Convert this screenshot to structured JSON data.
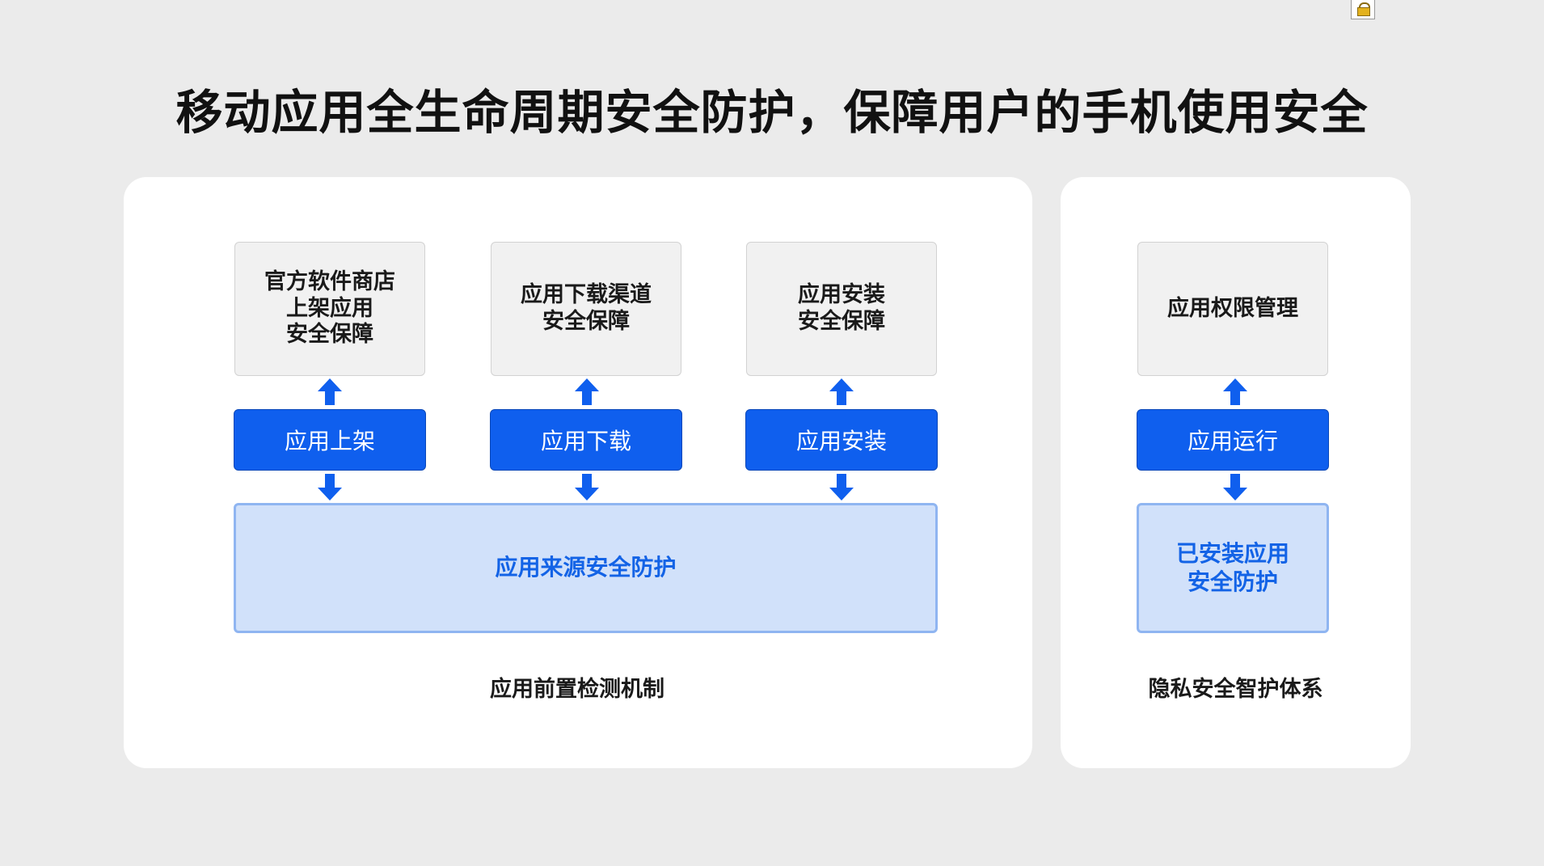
{
  "title": "移动应用全生命周期安全防护，保障用户的手机使用安全",
  "colors": {
    "background": "#ebebeb",
    "panel": "#ffffff",
    "accent_blue": "#0f5fee",
    "light_blue_fill": "#d1e1fa",
    "light_blue_border": "#8fb5f1",
    "light_blue_text": "#1363e6",
    "gray_box": "#f1f1f1"
  },
  "icons": {
    "lock": "lock-icon",
    "arrow_up": "arrow-up-icon",
    "arrow_down": "arrow-down-icon"
  },
  "left_panel": {
    "security_boxes": [
      {
        "label": "官方软件商店\n上架应用\n安全保障"
      },
      {
        "label": "应用下载渠道\n安全保障"
      },
      {
        "label": "应用安装\n安全保障"
      }
    ],
    "stages": [
      {
        "label": "应用上架"
      },
      {
        "label": "应用下载"
      },
      {
        "label": "应用安装"
      }
    ],
    "protection_box": "应用来源安全防护",
    "caption": "应用前置检测机制"
  },
  "right_panel": {
    "security_box": "应用权限管理",
    "stage": "应用运行",
    "protection_box": "已安装应用\n安全防护",
    "caption": "隐私安全智护体系"
  }
}
